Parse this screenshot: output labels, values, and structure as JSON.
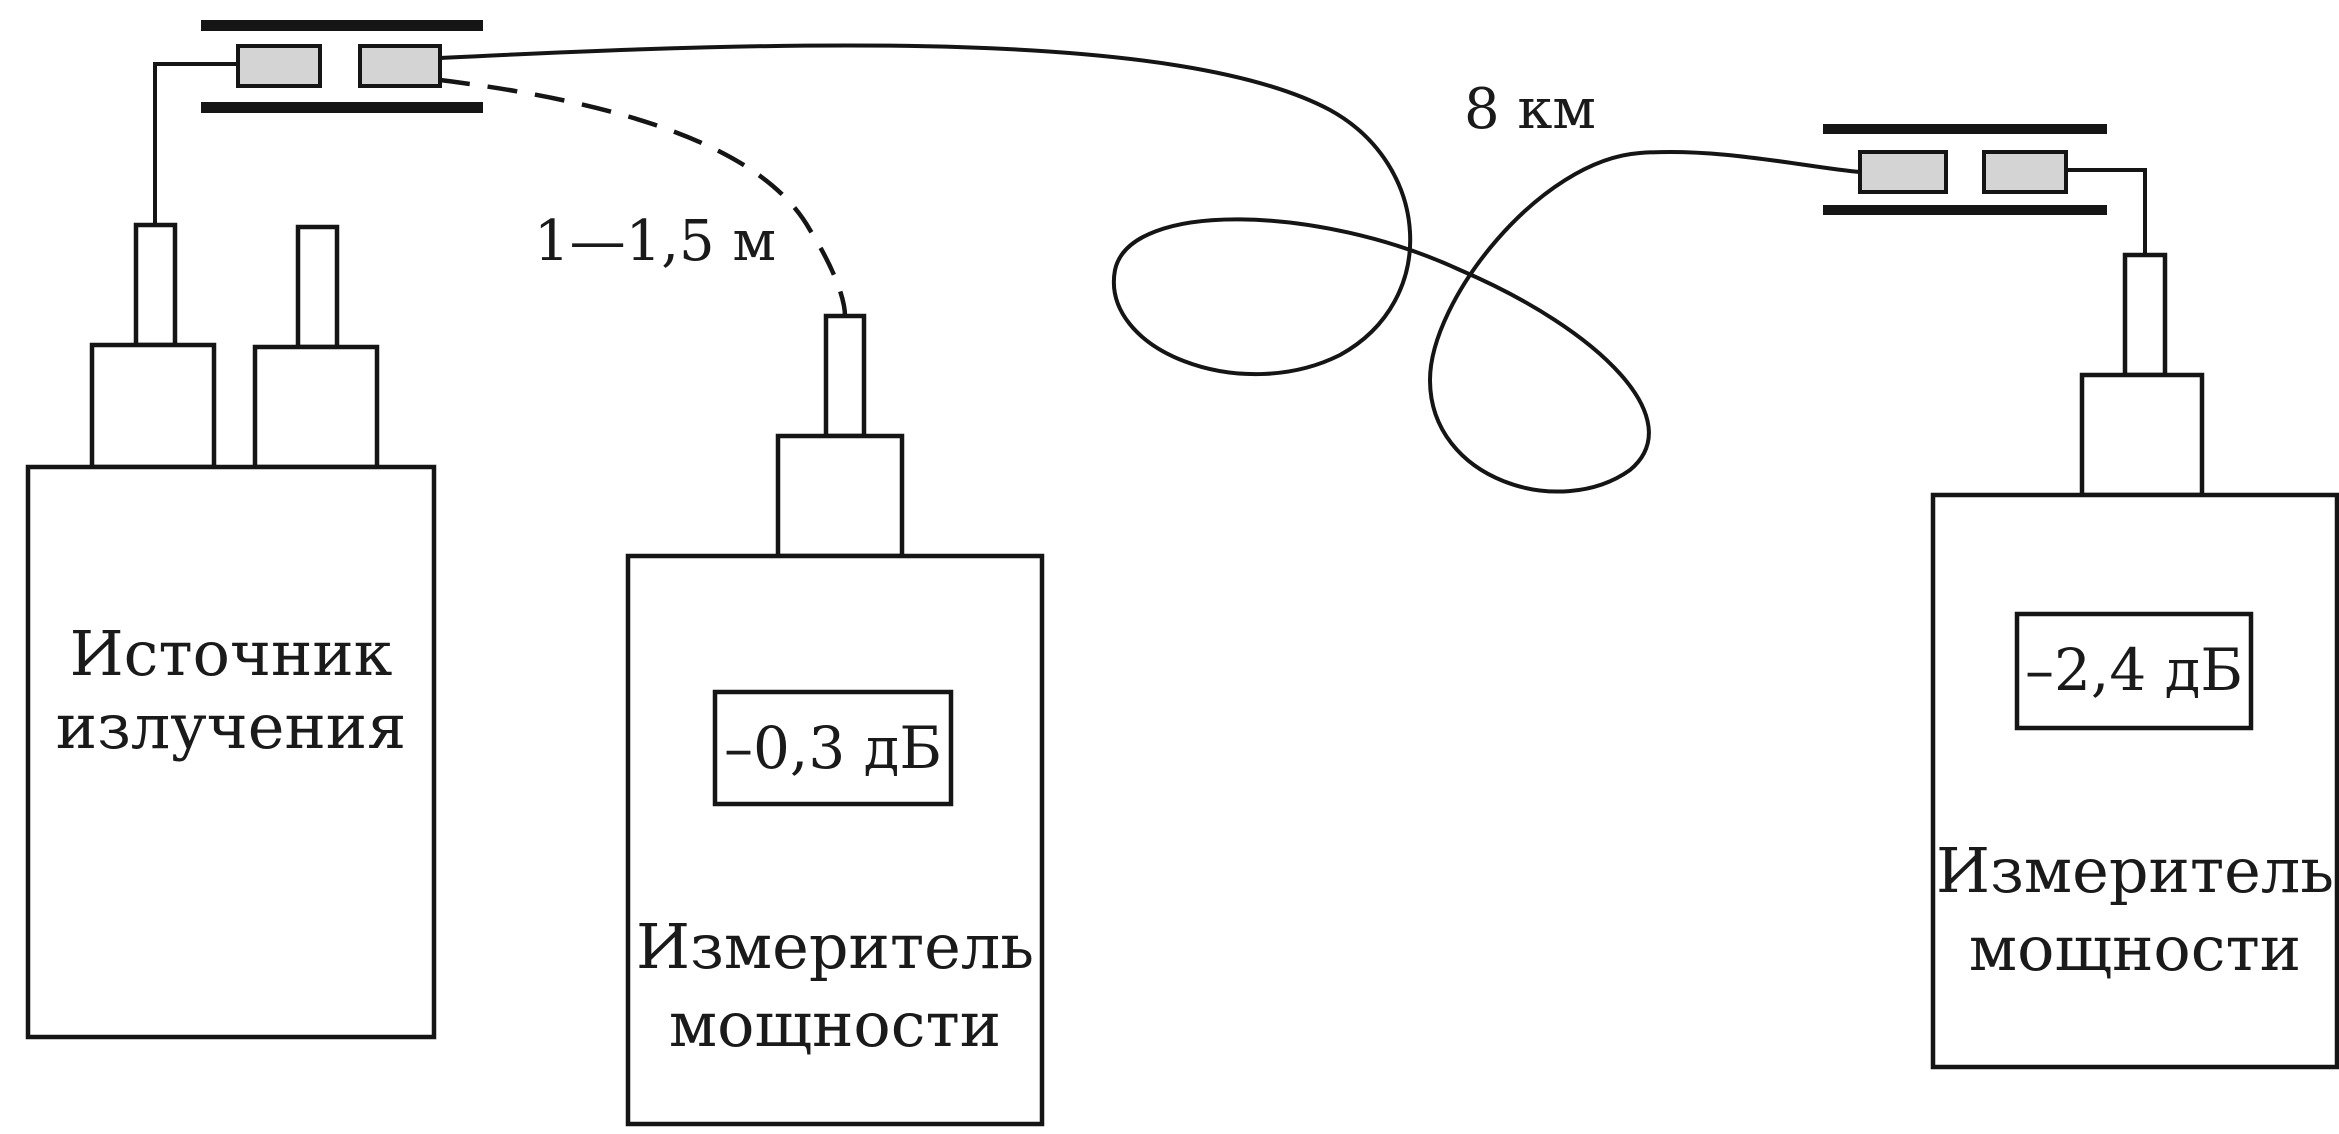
{
  "source": {
    "label_line1": "Источник",
    "label_line2": "излучения"
  },
  "reference_meter": {
    "reading": "–0,3 дБ",
    "label_line1": "Измеритель",
    "label_line2": "мощности"
  },
  "remote_meter": {
    "reading": "–2,4 дБ",
    "label_line1": "Измеритель",
    "label_line2": "мощности"
  },
  "patch_cord": {
    "length_label": "1—1,5 м"
  },
  "fiber_line": {
    "length_label": "8 км"
  }
}
